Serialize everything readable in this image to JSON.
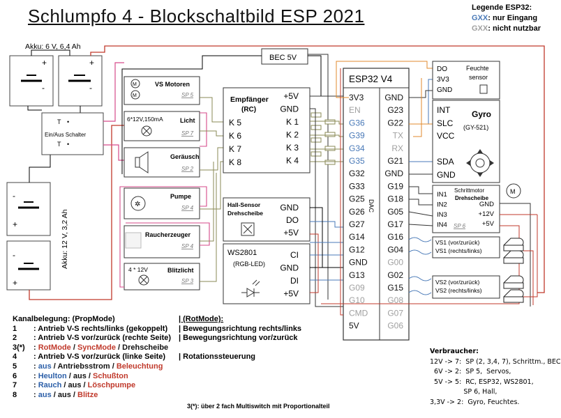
{
  "title": "Schlumpfo 4 -  Blockschaltbild ESP 2021",
  "legend": {
    "heading": "Legende ESP32:",
    "input_only": {
      "code": "GXX",
      "text": ": nur Eingang"
    },
    "unusable": {
      "code": "GXX",
      "text": ": nicht nutzbar"
    }
  },
  "battery_top_label": "Akku:  6 V, 6,4 Ah",
  "battery_side_label": "Akku:  12 V, 3,2 Ah",
  "switch_label": "Ein/Aus Schalter",
  "bec_label": "BEC 5V",
  "modules": {
    "motors": {
      "title": "VS Motoren",
      "sp": "SP 5"
    },
    "licht": {
      "spec": "6*12V,150mA",
      "title": "Licht",
      "sp": "SP 7"
    },
    "geraeusch": {
      "title": "Geräusch",
      "sp": "SP 2"
    },
    "pumpe": {
      "title": "Pumpe",
      "sp": "SP 4"
    },
    "raucher": {
      "title": "Raucherzeuger",
      "sp": "SP 4"
    },
    "blitz": {
      "spec": "4 *      12V",
      "title": "Blitzlicht",
      "sp": "SP 3"
    }
  },
  "k_outputs": [
    "K 5",
    "K 6",
    "K 7",
    "K 8"
  ],
  "receiver": {
    "title": "Empfänger",
    "subtitle": "(RC)",
    "pins_right": [
      "+5V",
      "GND",
      "K 1",
      "K 2",
      "K 3",
      "K 4"
    ]
  },
  "hall": {
    "title1": "Hall-Sensor",
    "title2": "Drehscheibe",
    "pins": [
      "GND",
      "DO",
      "+5V"
    ]
  },
  "ws": {
    "title": "WS2801",
    "subtitle": "(RGB-LED)",
    "pins": [
      "CI",
      "GND",
      "DI",
      "+5V"
    ]
  },
  "esp": {
    "title": "ESP32  V4",
    "dac": "DAC",
    "left_pins": [
      {
        "name": "3V3",
        "state": "normal"
      },
      {
        "name": "EN",
        "state": "unusable"
      },
      {
        "name": "G36",
        "state": "input"
      },
      {
        "name": "G39",
        "state": "input"
      },
      {
        "name": "G34",
        "state": "input"
      },
      {
        "name": "G35",
        "state": "input"
      },
      {
        "name": "G32",
        "state": "normal"
      },
      {
        "name": "G33",
        "state": "normal"
      },
      {
        "name": "G25",
        "state": "normal"
      },
      {
        "name": "G26",
        "state": "normal"
      },
      {
        "name": "G27",
        "state": "normal"
      },
      {
        "name": "G14",
        "state": "normal"
      },
      {
        "name": "G12",
        "state": "normal"
      },
      {
        "name": "GND",
        "state": "normal"
      },
      {
        "name": "G13",
        "state": "normal"
      },
      {
        "name": "G09",
        "state": "unusable"
      },
      {
        "name": "G10",
        "state": "unusable"
      },
      {
        "name": "CMD",
        "state": "unusable"
      },
      {
        "name": "5V",
        "state": "normal"
      }
    ],
    "right_pins": [
      {
        "name": "GND",
        "state": "normal"
      },
      {
        "name": "G23",
        "state": "normal"
      },
      {
        "name": "G22",
        "state": "normal"
      },
      {
        "name": "TX",
        "state": "unusable"
      },
      {
        "name": "RX",
        "state": "unusable"
      },
      {
        "name": "G21",
        "state": "normal"
      },
      {
        "name": "GND",
        "state": "normal"
      },
      {
        "name": "G19",
        "state": "normal"
      },
      {
        "name": "G18",
        "state": "normal"
      },
      {
        "name": "G05",
        "state": "normal"
      },
      {
        "name": "G17",
        "state": "normal"
      },
      {
        "name": "G16",
        "state": "normal"
      },
      {
        "name": "G04",
        "state": "normal"
      },
      {
        "name": "G00",
        "state": "unusable"
      },
      {
        "name": "G02",
        "state": "normal"
      },
      {
        "name": "G15",
        "state": "normal"
      },
      {
        "name": "G08",
        "state": "unusable"
      },
      {
        "name": "G07",
        "state": "unusable"
      },
      {
        "name": "G06",
        "state": "unusable"
      }
    ]
  },
  "feuchte": {
    "pins": [
      "DO",
      "3V3",
      "GND"
    ],
    "title1": "Feuchte",
    "title2": "sensor"
  },
  "gyro": {
    "title": "Gyro",
    "subtitle": "(GY-521)",
    "pins": [
      "INT",
      "SLC",
      "VCC",
      "SDA",
      "GND"
    ]
  },
  "stepper": {
    "title1": "Schrittmotor",
    "title2": "Drehscheibe",
    "pins_left": [
      "IN1",
      "IN2",
      "IN3",
      "IN4"
    ],
    "pins_right": [
      "GND",
      "+12V",
      "+5V"
    ],
    "sp": "SP 6"
  },
  "vs1": {
    "lines": [
      "VS1 (vor/zurück)",
      "VS1 (rechts/links)"
    ]
  },
  "vs2": {
    "lines": [
      "VS2 (vor/zurück)",
      "VS2 (rechts/links)"
    ]
  },
  "kanal": {
    "heading_left": "Kanalbelegung: (PropMode)",
    "heading_right": "| (RotMode):",
    "rows": [
      {
        "num": "1",
        "left": ": Antrieb V-S rechts/links (gekoppelt)",
        "right": "| Bewegungsrichtung rechts/links"
      },
      {
        "num": "2",
        "left": ": Antrieb V-S vor/zurück (rechte Seite)",
        "right": "| Bewegungsrichtung vor/zurück"
      },
      {
        "num": "3(*)",
        "left_colored": [
          [
            ": ",
            "black"
          ],
          [
            "RotMode",
            "red"
          ],
          [
            " / ",
            "black"
          ],
          [
            "SyncMode",
            "red"
          ],
          [
            " / Drehscheibe",
            "black"
          ]
        ]
      },
      {
        "num": "4",
        "left": ": Antrieb V-S vor/zurück (linke Seite)",
        "right": "| Rotationssteuerung"
      },
      {
        "num": "5",
        "left_colored": [
          [
            ": ",
            "black"
          ],
          [
            "aus",
            "blue"
          ],
          [
            " / Antriebsstrom / ",
            "black"
          ],
          [
            "Beleuchtung",
            "red"
          ]
        ]
      },
      {
        "num": "6",
        "left_colored": [
          [
            ": ",
            "black"
          ],
          [
            "Heulton",
            "blue"
          ],
          [
            " / aus / ",
            "black"
          ],
          [
            "Schußton",
            "red"
          ]
        ]
      },
      {
        "num": "7",
        "left_colored": [
          [
            ": ",
            "black"
          ],
          [
            "Rauch",
            "blue"
          ],
          [
            " / aus / ",
            "black"
          ],
          [
            "Löschpumpe",
            "red"
          ]
        ]
      },
      {
        "num": "8",
        "left_colored": [
          [
            ": ",
            "black"
          ],
          [
            "aus",
            "blue"
          ],
          [
            " / aus / ",
            "black"
          ],
          [
            "Blitze",
            "red"
          ]
        ]
      }
    ]
  },
  "footnote": "3(*): über 2 fach Multiswitch mit Proportionalteil",
  "verbraucher": {
    "heading": "Verbraucher:",
    "lines": [
      "12V -> 7:  SP (2, 3,4, 7), Schrittm., BEC",
      "  6V -> 2:  SP 5,  Servos,",
      "  5V -> 5:  RC, ESP32, WS2801,",
      "                SP 6, Hall,",
      "3,3V -> 2:  Gyro, Feuchtes."
    ]
  },
  "colors": {
    "red": "#c0392b",
    "pink": "#d64a8a",
    "blue": "#4a7ab8",
    "orange": "#e08a2c",
    "gray": "#a0a0a0",
    "olive": "#8a8a55"
  }
}
